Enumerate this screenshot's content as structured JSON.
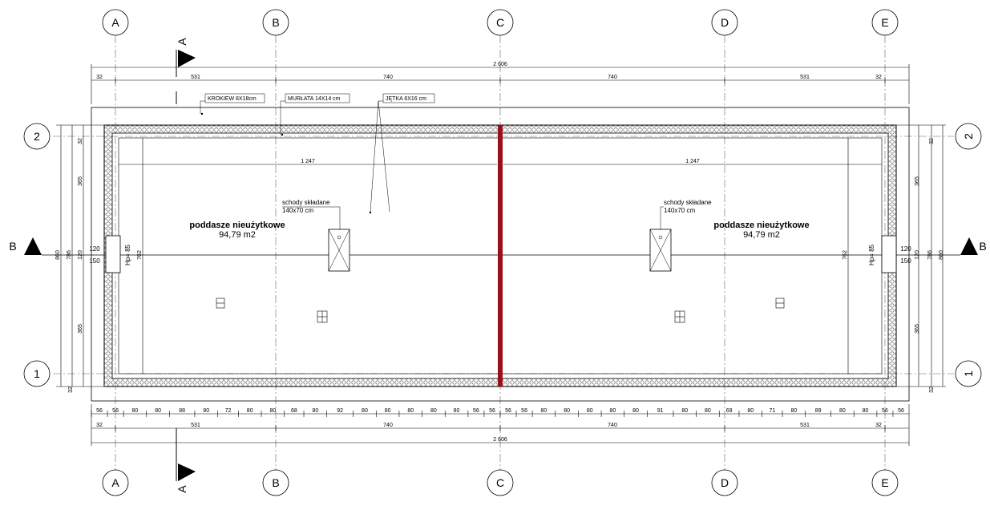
{
  "axes": {
    "columns": [
      "A",
      "B",
      "C",
      "D",
      "E"
    ],
    "rows": [
      "2",
      "1"
    ]
  },
  "section_marks": {
    "a": "A",
    "b": "B"
  },
  "dimensions": {
    "overall_total": "2 606",
    "bays_top": [
      "32",
      "531",
      "740",
      "740",
      "531",
      "32"
    ],
    "bays_bottom": [
      "32",
      "531",
      "740",
      "740",
      "531",
      "32"
    ],
    "rafters": [
      "56",
      "56",
      "80",
      "80",
      "88",
      "80",
      "72",
      "80",
      "80",
      "68",
      "80",
      "92",
      "80",
      "80",
      "80",
      "80",
      "80",
      "56",
      "56",
      "56",
      "56",
      "80",
      "80",
      "80",
      "80",
      "80",
      "91",
      "80",
      "80",
      "69",
      "80",
      "71",
      "80",
      "89",
      "80",
      "80",
      "56",
      "56"
    ],
    "vertical_left": [
      "32",
      "365",
      "120",
      "365",
      "32"
    ],
    "vertical_total_left": "860",
    "vertical_mid_left": "786",
    "vertical_right": [
      "32",
      "365",
      "120",
      "365",
      "32"
    ],
    "vertical_total_right": "860",
    "vertical_mid_right": "786",
    "inner_width": "1 247",
    "inner_height": "762",
    "end_dims": [
      "120",
      "150"
    ],
    "hp": "Hp= 85"
  },
  "labels": {
    "krokiew": "KROKIEW 8X18cm",
    "murlata": "MURŁATA 14X14 cm",
    "jetka": "JĘTKA 6X16 cm"
  },
  "rooms": [
    {
      "name": "poddasze nieużytkowe",
      "area": "94,79 m2"
    },
    {
      "name": "poddasze nieużytkowe",
      "area": "94,79 m2"
    }
  ],
  "stairs": [
    {
      "line1": "schody składane",
      "line2": "140x70 cm"
    },
    {
      "line1": "schody składane",
      "line2": "140x70 cm"
    }
  ],
  "colors": {
    "firewall": "#9b1018",
    "line": "#000000",
    "axis": "#555555"
  }
}
